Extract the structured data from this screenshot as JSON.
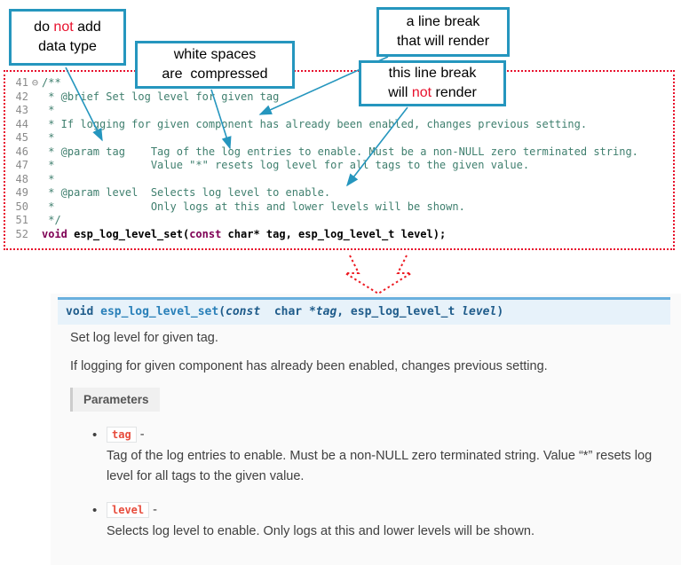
{
  "callouts": {
    "c1": {
      "l1a": "do ",
      "l1b": "not",
      "l1c": " add",
      "l2": "data type"
    },
    "c2": {
      "l1": "white spaces",
      "l2": "are  compressed"
    },
    "c3": {
      "l1": "a line break",
      "l2": "that will render"
    },
    "c4": {
      "l1": "this line break",
      "l2a": "will ",
      "l2b": "not",
      "l2c": " render"
    }
  },
  "code": {
    "lines": [
      {
        "num": "41",
        "fold": "⊖",
        "text": "/**"
      },
      {
        "num": "42",
        "fold": "",
        "text": " * @brief Set log level for given tag"
      },
      {
        "num": "43",
        "fold": "",
        "text": " *"
      },
      {
        "num": "44",
        "fold": "",
        "text": " * If logging for given component has already been enabled, changes previous setting."
      },
      {
        "num": "45",
        "fold": "",
        "text": " *"
      },
      {
        "num": "46",
        "fold": "",
        "text": " * @param tag    Tag of the log entries to enable. Must be a non-NULL zero terminated string."
      },
      {
        "num": "47",
        "fold": "",
        "text": " *               Value \"*\" resets log level for all tags to the given value."
      },
      {
        "num": "48",
        "fold": "",
        "text": " *"
      },
      {
        "num": "49",
        "fold": "",
        "text": " * @param level  Selects log level to enable."
      },
      {
        "num": "50",
        "fold": "",
        "text": " *               Only logs at this and lower levels will be shown."
      },
      {
        "num": "51",
        "fold": "",
        "text": " */"
      }
    ],
    "line52": {
      "num": "52",
      "fold": "",
      "kw_void": "void",
      "sp": " ",
      "name": "esp_log_level_set",
      "open": "(",
      "kw_const": "const",
      "rest": " char* tag, esp_log_level_t level);"
    }
  },
  "docs": {
    "signature": {
      "kw_void": "void ",
      "name": "esp_log_level_set",
      "open": "(",
      "kw_const": "const",
      "mid": "  char *",
      "param1": "tag",
      "sep": ", esp_log_level_t ",
      "param2": "level",
      "close": ")"
    },
    "brief": "Set log level for given tag.",
    "detail": "If logging for given component has already been enabled, changes previous setting.",
    "parameters_label": "Parameters",
    "bullet_glyph": "•",
    "params": [
      {
        "label": "tag",
        "dash": " -",
        "desc": "Tag of the log entries to enable. Must be a non-NULL zero terminated string. Value “*” resets log level for all tags to the given value."
      },
      {
        "label": "level",
        "dash": " -",
        "desc": "Selects log level to enable. Only logs at this and lower levels will be shown."
      }
    ]
  },
  "colors": {
    "callout_border": "#2596be",
    "red_accent": "#e8112d",
    "sig_bg": "#e7f2fa",
    "sig_border": "#6ab0de",
    "literal_red": "#e74c3c",
    "comment_green": "#3f7f6e",
    "keyword_purple": "#7f0055"
  }
}
